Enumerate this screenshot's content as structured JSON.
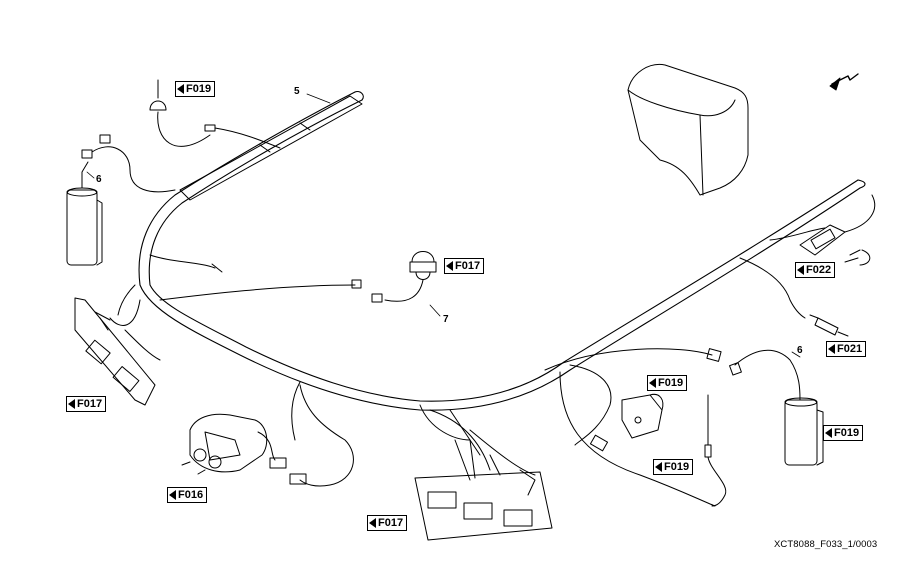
{
  "refs": {
    "r1": "F019",
    "r2": "F017",
    "r3": "F017",
    "r4": "F016",
    "r5": "F017",
    "r6": "F019",
    "r7": "F019",
    "r8": "F022",
    "r9": "F021",
    "r10": "F019"
  },
  "numbers": {
    "n5": "5",
    "n6a": "6",
    "n6b": "6",
    "n7": "7"
  },
  "drawing_code": "XCT8088_F033_1/0003",
  "colors": {
    "line": "#000000",
    "background": "#ffffff"
  },
  "icons": {
    "ref_marker": "left-triangle-icon",
    "direction": "direction-arrow-icon"
  }
}
